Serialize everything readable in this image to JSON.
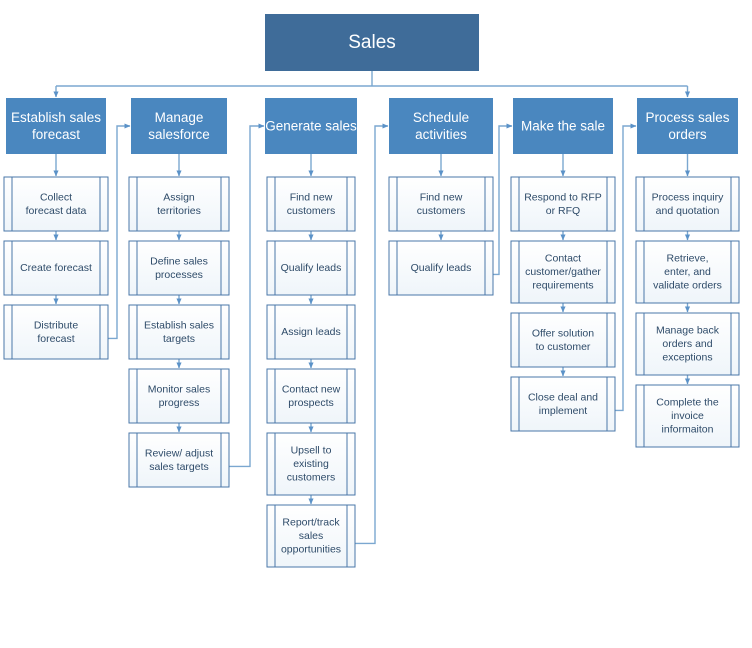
{
  "diagram": {
    "title": "Sales",
    "type": "business-process-flowchart",
    "colors": {
      "root_fill": "#3f6c99",
      "header_fill": "#4a87bf",
      "header_text": "#ffffff",
      "sub_fill": "#fbfdfe",
      "sub_band_fill": "#eef4f9",
      "sub_stroke": "#4a77a8",
      "sub_text": "#2e4b69",
      "connector": "#7ba7d0",
      "background": "#ffffff"
    },
    "columns": [
      {
        "id": "establish-sales-forecast",
        "header": "Establish sales forecast",
        "steps": [
          "Collect forecast data",
          "Create forecast",
          "Distribute forecast"
        ]
      },
      {
        "id": "manage-salesforce",
        "header": "Manage salesforce",
        "steps": [
          "Assign territories",
          "Define sales processes",
          "Establish sales targets",
          "Monitor sales progress",
          "Review/ adjust sales targets"
        ]
      },
      {
        "id": "generate-sales",
        "header": "Generate sales",
        "steps": [
          "Find new customers",
          "Qualify leads",
          "Assign leads",
          "Contact new prospects",
          "Upsell to existing customers",
          "Report/track sales opportunities"
        ]
      },
      {
        "id": "schedule-activities",
        "header": "Schedule activities",
        "steps": [
          "Find new customers",
          "Qualify leads"
        ]
      },
      {
        "id": "make-the-sale",
        "header": "Make the sale",
        "steps": [
          "Respond to RFP or RFQ",
          "Contact customer/gather requirements",
          "Offer solution to customer",
          "Close deal and implement"
        ]
      },
      {
        "id": "process-sales-orders",
        "header": "Process sales orders",
        "steps": [
          "Process inquiry and quotation",
          "Retrieve, enter, and validate orders",
          "Manage back orders and exceptions",
          "Complete the invoice informaiton"
        ]
      }
    ]
  }
}
